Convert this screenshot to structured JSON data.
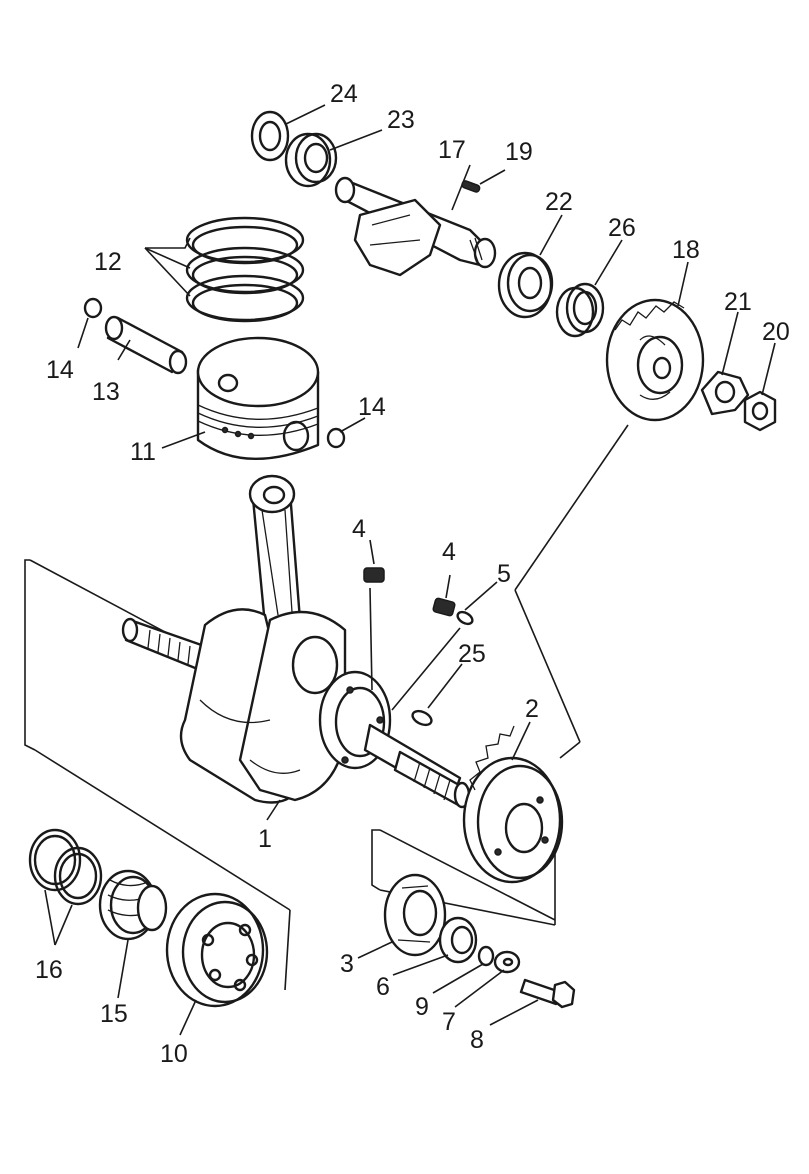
{
  "callouts": {
    "c1": "1",
    "c2": "2",
    "c3": "3",
    "c4a": "4",
    "c4b": "4",
    "c5": "5",
    "c6": "6",
    "c7": "7",
    "c8": "8",
    "c9": "9",
    "c10": "10",
    "c11": "11",
    "c12": "12",
    "c13": "13",
    "c14a": "14",
    "c14b": "14",
    "c15": "15",
    "c16": "16",
    "c17": "17",
    "c18": "18",
    "c19": "19",
    "c20": "20",
    "c21": "21",
    "c22": "22",
    "c23": "23",
    "c24": "24",
    "c25": "25",
    "c26": "26"
  }
}
